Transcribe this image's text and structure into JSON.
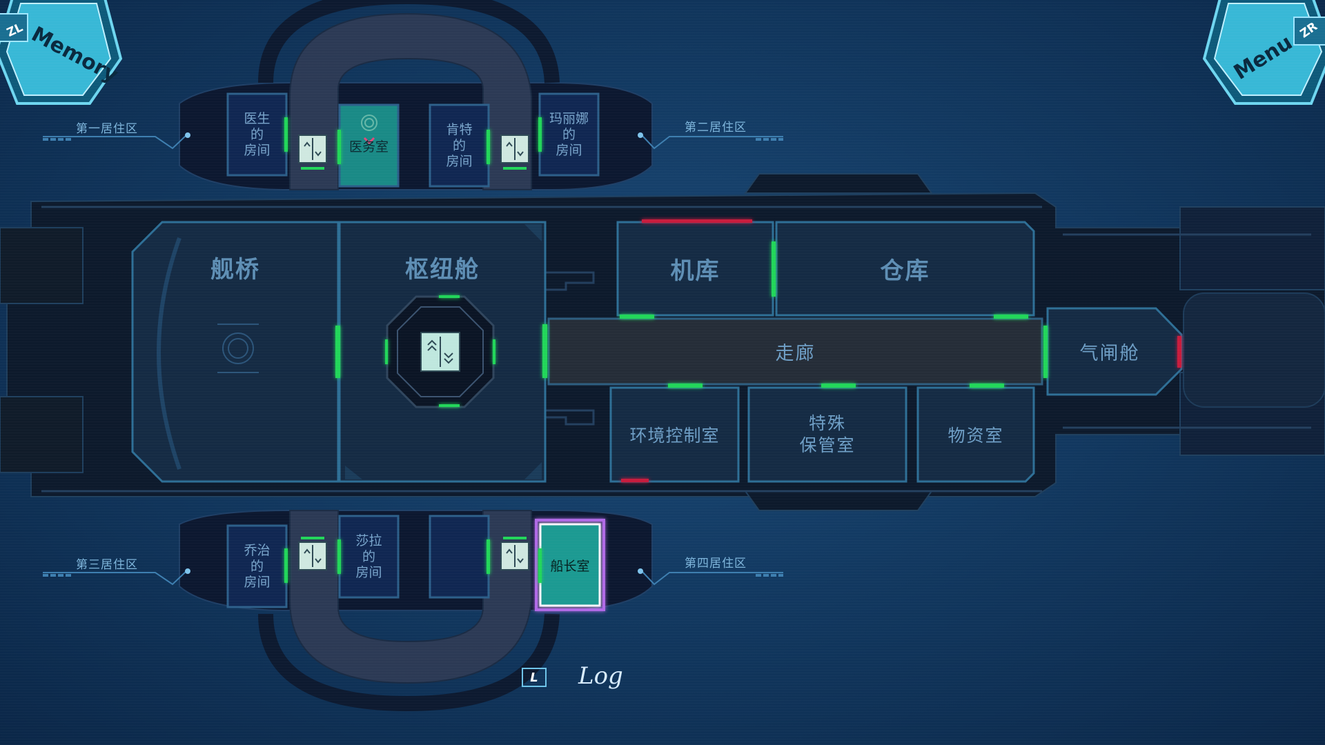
{
  "hud": {
    "memory_label": "Memory",
    "memory_key": "ZL",
    "menu_label": "Menu",
    "menu_key": "ZR",
    "log_key": "L",
    "log_label": "Log"
  },
  "areas": {
    "area1": "第一居住区",
    "area2": "第二居住区",
    "area3": "第三居住区",
    "area4": "第四居住区"
  },
  "upper_rooms": {
    "doctor": "医生\n的\n房间",
    "medical": "医务室",
    "kent": "肯特\n的\n房间",
    "marina": "玛丽娜\n的\n房间"
  },
  "lower_rooms": {
    "george": "乔治\n的\n房间",
    "sara": "莎拉\n的\n房间",
    "captain": "船长室"
  },
  "main_rooms": {
    "bridge": "舰桥",
    "hub": "枢纽舱",
    "hangar": "机库",
    "warehouse": "仓库",
    "corridor": "走廊",
    "airlock": "气闸舱",
    "env_control": "环境控制室",
    "special_storage": "特殊\n保管室",
    "supplies": "物资室"
  },
  "colors": {
    "background": "#123961",
    "hull": "#0d1a2c",
    "room_fill": "#152b44",
    "room_border": "#2e6f96",
    "door_green": "#22d65a",
    "door_red": "#c81e3c",
    "highlight_teal": "#1b9a92",
    "selected_glow": "#b06be6"
  }
}
